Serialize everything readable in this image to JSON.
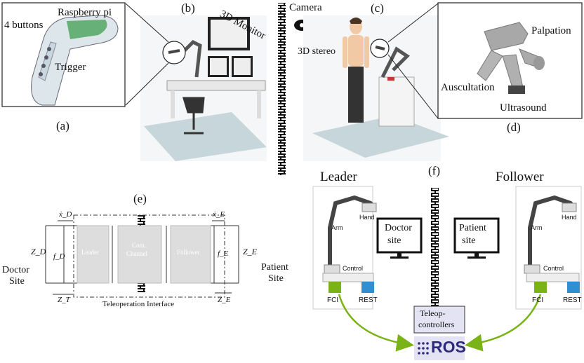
{
  "panels": {
    "a": "(a)",
    "b": "(b)",
    "c": "(c)",
    "d": "(d)",
    "e": "(e)",
    "f": "(f)"
  },
  "device": {
    "raspberry": "Raspberry pi",
    "buttons": "4 buttons",
    "trigger": "Trigger"
  },
  "doctor_station": {
    "monitor": "3D Monitor"
  },
  "sensors": {
    "camera": "Camera",
    "stereo": "3D stereo"
  },
  "probe": {
    "palpation": "Palpation",
    "auscultation": "Auscultation",
    "ultrasound": "Ultrasound"
  },
  "teleop": {
    "zd": "Z_D",
    "zd_sub": "D",
    "fd": "f_D",
    "xd": "ẋ_D",
    "zt": "Z_T",
    "leader": "Leader",
    "channel_line1": "Com.",
    "channel_line2": "Channel",
    "follower": "Follower",
    "fe": "f_E",
    "xe": "ẋ_E",
    "ze": "Z_E",
    "ze_bottom": "Z_E",
    "doctor_line1": "Doctor",
    "doctor_line2": "Site",
    "patient_line1": "Patient",
    "patient_line2": "Site",
    "interface": "Teleoperation Interface"
  },
  "ros_arch": {
    "leader_title": "Leader",
    "follower_title": "Follower",
    "arm": "Arm",
    "hand": "Hand",
    "control": "Control",
    "fci": "FCI",
    "rest": "REST",
    "doctor_site_1": "Doctor",
    "doctor_site_2": "site",
    "patient_site_1": "Patient",
    "patient_site_2": "site",
    "teleop_1": "Teleop-",
    "teleop_2": "controllers",
    "ros": "ROS"
  },
  "colors": {
    "arrow": "#7ab317",
    "fci": "#7ab317",
    "rest": "#2f8fd0",
    "ros_box": "#e4e3f3",
    "ros_text": "#2c2a7a"
  }
}
